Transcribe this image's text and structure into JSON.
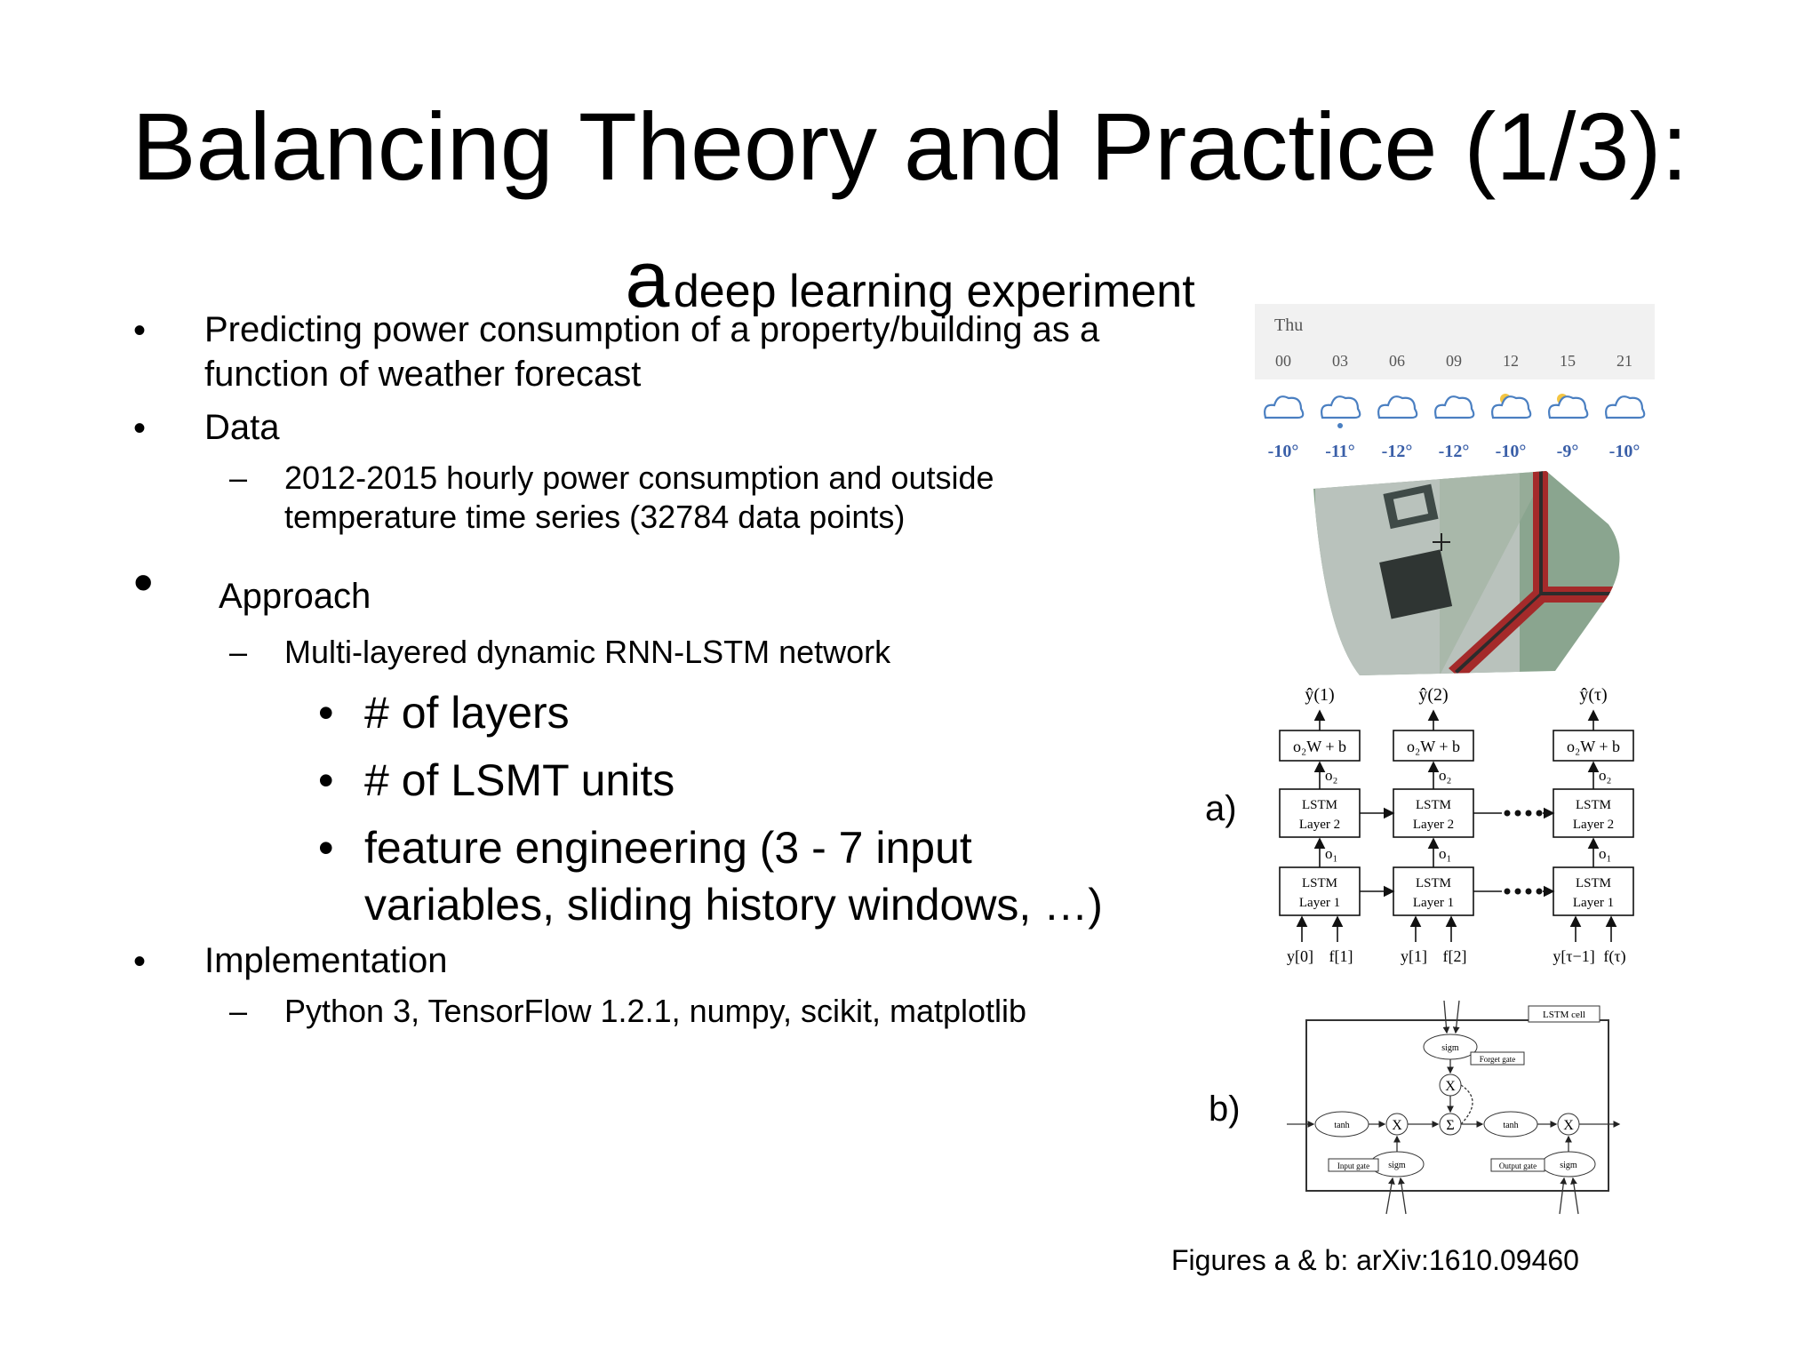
{
  "slide": {
    "title": "Balancing Theory and Practice (1/3):",
    "subtitle_a": "a",
    "subtitle_rest": "deep learning experiment",
    "bullets": {
      "b1_line1": "Predicting power consumption of a property/building as a",
      "b1_line2": "function of weather forecast",
      "b2": "Data",
      "b2_sub_line1": "2012-2015 hourly power consumption and outside",
      "b2_sub_line2": "temperature time series (32784 data points)",
      "b3": "Approach",
      "b3_sub": "Multi-layered dynamic RNN-LSTM network",
      "b3_items": [
        "# of layers",
        "# of LSMT units",
        "feature engineering (3 - 7 input",
        "variables, sliding history windows, …)"
      ],
      "b4": "Implementation",
      "b4_sub": "Python 3, TensorFlow 1.2.1, numpy, scikit, matplotlib"
    },
    "bullet_char": "•",
    "dash_char": "–",
    "weather": {
      "day": "Thu",
      "hours": [
        "00",
        "03",
        "06",
        "09",
        "12",
        "15",
        "21"
      ],
      "temps": [
        "-10°",
        "-11°",
        "-12°",
        "-12°",
        "-10°",
        "-9°",
        "-10°"
      ]
    },
    "figure_a_label": "a)",
    "figure_b_label": "b)",
    "figure_a": {
      "outputs": [
        "ŷ(1)",
        "ŷ(2)",
        "ŷ(τ)"
      ],
      "dense": "o₂W + b",
      "o2": "o₂",
      "o1": "o₁",
      "lstm": "LSTM",
      "layer2": "Layer 2",
      "layer1": "Layer 1",
      "inputs": [
        [
          "y[0]",
          "f[1]"
        ],
        [
          "y[1]",
          "f[2]"
        ],
        [
          "y[τ−1]",
          "f(τ)"
        ]
      ]
    },
    "figure_b": {
      "cell_label": "LSTM cell",
      "forget_gate": "Forget gate",
      "input_gate": "Input gate",
      "output_gate": "Output gate",
      "sigm": "sigm",
      "tanh": "tanh",
      "x": "X",
      "sum": "Σ"
    },
    "caption": "Figures a & b: arXiv:1610.09460",
    "colors": {
      "road": "#a42a2a",
      "sky_panel": "#f1f1f1",
      "cloud": "#4a7fc1",
      "temp": "#3a5fa8"
    }
  }
}
